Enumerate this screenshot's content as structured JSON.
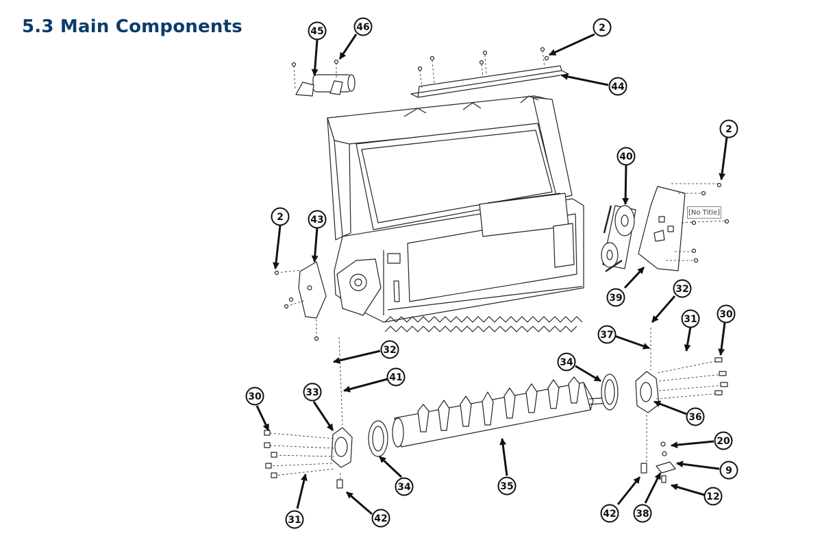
{
  "title": "5.3 Main Components",
  "no_title_tag": "[No Title]",
  "callouts": [
    "45",
    "46",
    "2",
    "44",
    "2",
    "40",
    "2",
    "43",
    "39",
    "32",
    "31",
    "30",
    "37",
    "32",
    "34",
    "41",
    "30",
    "33",
    "36",
    "34",
    "35",
    "20",
    "9",
    "31",
    "42",
    "42",
    "38",
    "12"
  ]
}
